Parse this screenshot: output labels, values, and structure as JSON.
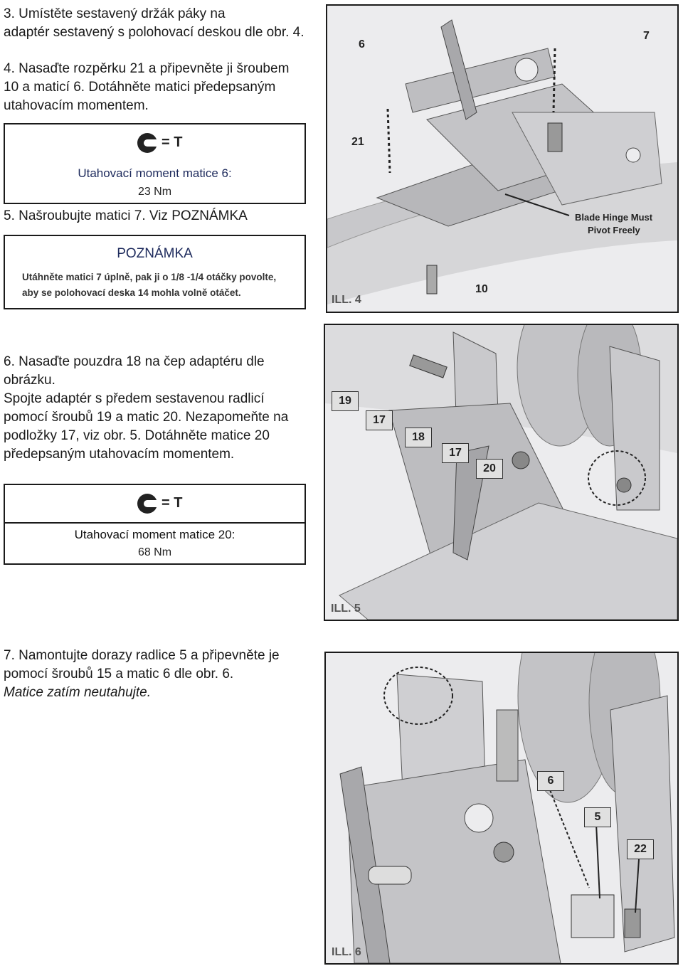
{
  "step3": [
    "3. Umístěte sestavený držák páky na",
    "adaptér sestavený s polohovací deskou dle obr. 4."
  ],
  "step4": [
    "4. Nasaďte rozpěrku 21 a připevněte ji šroubem",
    "10 a maticí 6. Dotáhněte matici předepsaným",
    "utahovacím momentem."
  ],
  "torque1": {
    "symbol": "= T",
    "label": "Utahovací moment matice 6:",
    "value": "23 Nm"
  },
  "step5": "5. Našroubujte matici 7. Viz POZNÁMKA",
  "note": {
    "title": "POZNÁMKA",
    "lines": [
      "Utáhněte matici 7 úplně, pak ji o 1/8 -1/4 otáčky povolte,",
      "aby se polohovací deska 14 mohla volně otáčet."
    ]
  },
  "step6": [
    "6. Nasaďte pouzdra 18 na čep adaptéru dle",
    "obrázku.",
    "Spojte adaptér s předem sestavenou radlicí",
    "pomocí šroubů 19 a matic 20. Nezapomeňte na",
    "podložky 17, viz obr. 5. Dotáhněte matice 20",
    "předepsaným utahovacím momentem."
  ],
  "torque2": {
    "symbol": "= T",
    "label": "Utahovací moment matice 20:",
    "value": "68 Nm"
  },
  "step7": [
    "7. Namontujte dorazy radlice 5 a připevněte je",
    "pomocí šroubů 15 a matic 6 dle obr. 6."
  ],
  "step7_italic": "Matice zatím neutahujte.",
  "fig4": {
    "ill": "ILL. 4",
    "labels": {
      "n6": "6",
      "n7": "7",
      "n21": "21",
      "n10": "10"
    },
    "note1": "Blade Hinge Must",
    "note2": "Pivot Freely"
  },
  "fig5": {
    "ill": "ILL. 5",
    "labels": {
      "n19": "19",
      "n17a": "17",
      "n18": "18",
      "n17b": "17",
      "n20": "20"
    }
  },
  "fig6": {
    "ill": "ILL. 6",
    "labels": {
      "n6": "6",
      "n5": "5",
      "n22": "22"
    }
  }
}
